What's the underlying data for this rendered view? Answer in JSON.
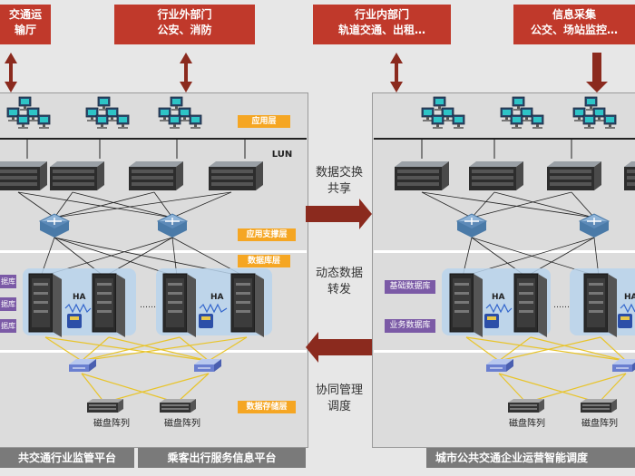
{
  "top_boxes": [
    {
      "line1": "交通运",
      "line2": "输厅"
    },
    {
      "line1": "行业外部门",
      "line2": "公安、消防"
    },
    {
      "line1": "行业内部门",
      "line2": "轨道交通、出租…"
    },
    {
      "line1": "信息采集",
      "line2": "公交、场站监控…"
    }
  ],
  "layers": {
    "app": "应用层",
    "lun": "LUN",
    "support": "应用支撑层",
    "database": "数据库层",
    "storage": "数据存储层"
  },
  "db_labels_left": [
    "据库",
    "据库",
    "据库"
  ],
  "db_labels_right": [
    "基础数据库",
    "业务数据库"
  ],
  "ha": "HA",
  "dots": "……",
  "disk_array": "磁盘阵列",
  "middle": {
    "exchange_line1": "数据交换",
    "exchange_line2": "共享",
    "forward_line1": "动态数据",
    "forward_line2": "转发",
    "coord_line1": "协同管理",
    "coord_line2": "调度"
  },
  "bottom": {
    "left1": "共交通行业监管平台",
    "left2": "乘客出行服务信息平台",
    "right": "城市公共交通企业运营智能调度"
  },
  "colors": {
    "red": "#c0392b",
    "orange": "#f5a623",
    "purple": "#7b5aa6",
    "arrow_dark": "#8b2a1e"
  }
}
